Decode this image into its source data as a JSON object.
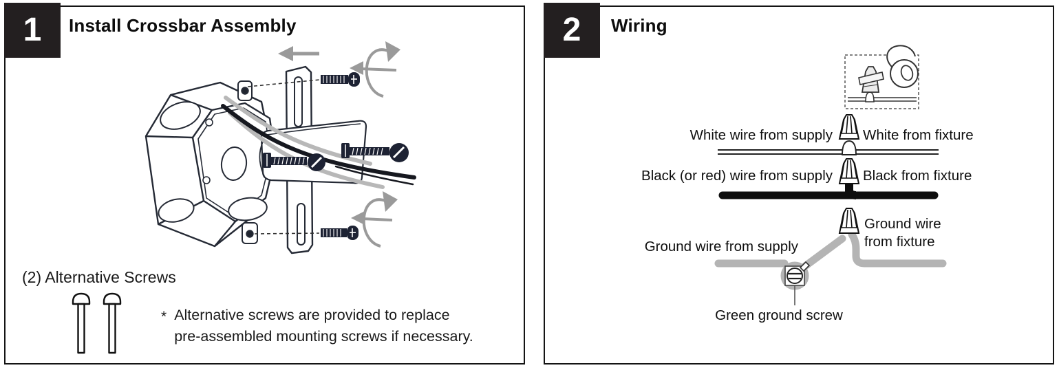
{
  "document": {
    "background": "#ffffff",
    "colors": {
      "step_box": "#231f20",
      "border": "#141414",
      "line_art": "#20242f",
      "gray_arrow": "#9a9a9a",
      "ground_wire": "#b4b4b4",
      "black_wire": "#0d0d0d",
      "white_wire_outline": "#222222"
    },
    "panels": [
      {
        "id": "install-crossbar",
        "step_number": "1",
        "title": "Install Crossbar Assembly",
        "parts_label": "(2) Alternative Screws",
        "note_marker": "*",
        "note_lines": [
          "Alternative screws are provided to replace",
          "pre-assembled mounting screws if necessary."
        ],
        "illustration": {
          "name": "crossbar-assembly-exploded-view",
          "icons": [
            "octagon-junction-box-icon",
            "crossbar-icon",
            "mounting-screw-icon",
            "rotation-arrow-icon",
            "direction-arrow-icon",
            "supply-wires-icon",
            "alternative-screws-icon"
          ]
        }
      },
      {
        "id": "wiring",
        "step_number": "2",
        "title": "Wiring",
        "inset": {
          "name": "wire-nut-taping-inset",
          "icons": [
            "wire-nut-icon",
            "electrical-tape-roll-icon"
          ]
        },
        "connections": [
          {
            "left_label": "White wire from supply",
            "right_label": "White from fixture",
            "wire_color": "#ffffff"
          },
          {
            "left_label": "Black (or red) wire from supply",
            "right_label": "Black from fixture",
            "wire_color": "#0d0d0d"
          },
          {
            "left_label": "Ground wire from supply",
            "right_label_lines": [
              "Ground wire",
              "from fixture"
            ],
            "wire_color": "#b4b4b4"
          }
        ],
        "ground_screw_label": "Green ground screw"
      }
    ]
  }
}
